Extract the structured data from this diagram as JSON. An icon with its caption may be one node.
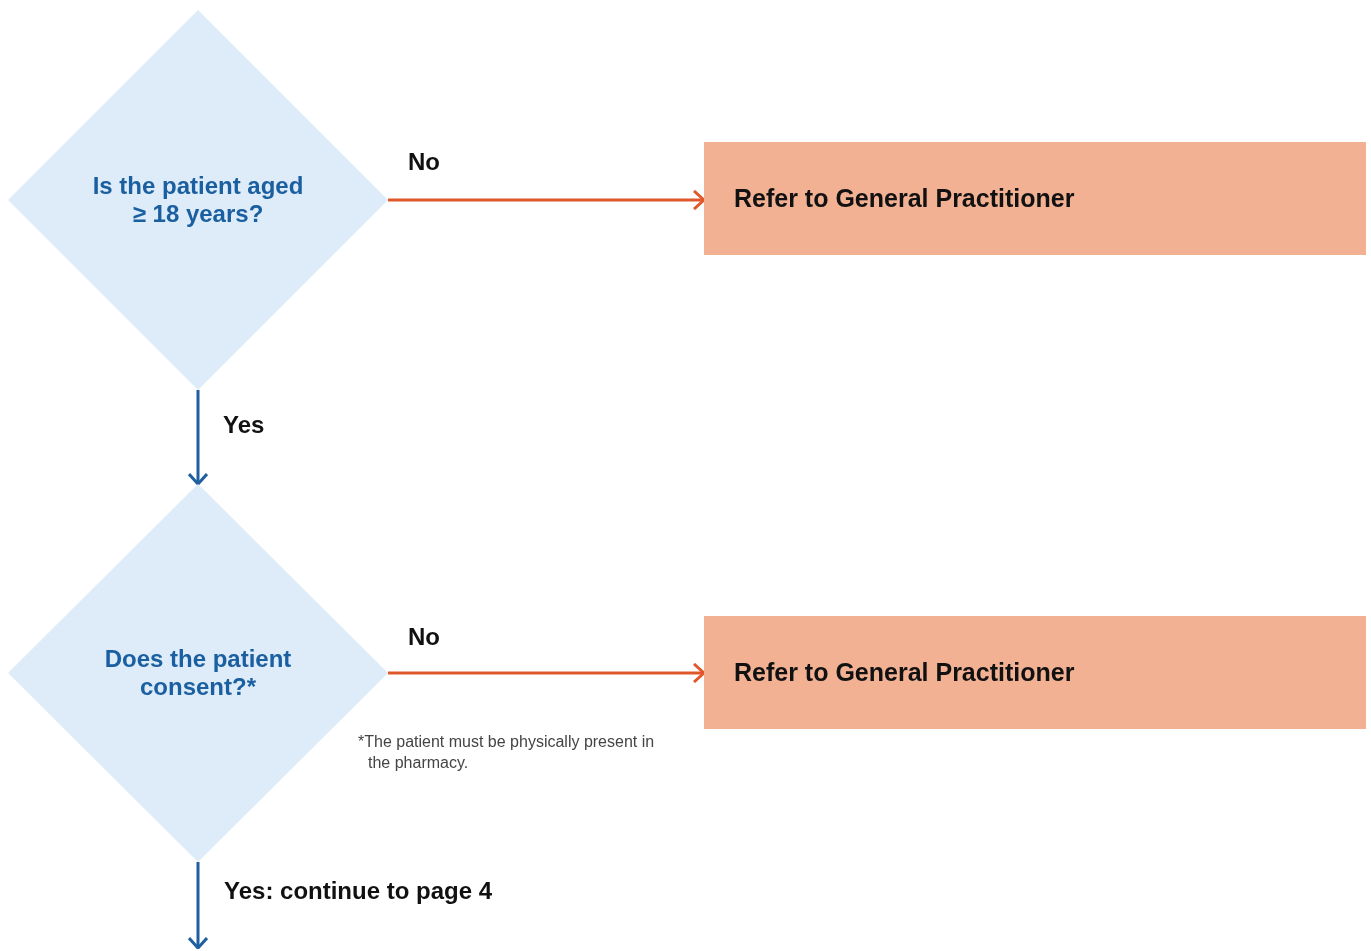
{
  "diagram": {
    "nodes": [
      {
        "text": [
          "Is the patient aged ≥ 18 years?"
        ]
      },
      {
        "text": [
          "Refer to General Practitioner"
        ]
      },
      {
        "text": [
          "Does the patient consent?*"
        ]
      },
      {
        "text": [
          "Refer to General Practitioner"
        ]
      }
    ],
    "edges": [
      {
        "from": 0,
        "to": 1,
        "arrow": "to",
        "label": "No",
        "color": "#e0582a"
      },
      {
        "from": 0,
        "to": 2,
        "arrow": "to",
        "label": "Yes",
        "color": "#1f5fa0"
      },
      {
        "from": 2,
        "to": 3,
        "arrow": "to",
        "label": "No",
        "color": "#e0582a"
      },
      {
        "from": 2,
        "to": null,
        "arrow": "to",
        "label": "Yes: continue to page 4",
        "color": "#1f5fa0"
      }
    ],
    "labels": [
      "*The patient must be physically present in the pharmacy."
    ]
  }
}
